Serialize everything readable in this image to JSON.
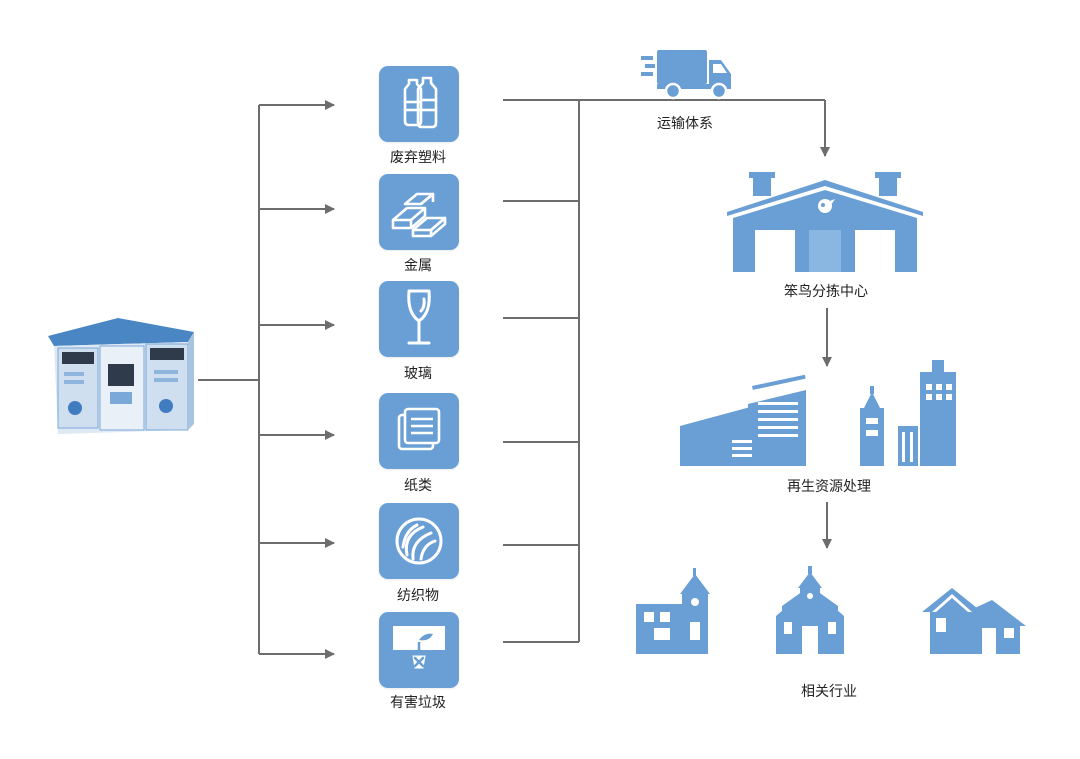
{
  "categories": [
    {
      "label": "废弃塑料",
      "icon": "plastic-bottles-icon"
    },
    {
      "label": "金属",
      "icon": "metal-ingots-icon"
    },
    {
      "label": "玻璃",
      "icon": "wine-glass-icon"
    },
    {
      "label": "纸类",
      "icon": "paper-icon"
    },
    {
      "label": "纺织物",
      "icon": "textile-icon"
    },
    {
      "label": "有害垃圾",
      "icon": "hazardous-waste-icon"
    }
  ],
  "transport": {
    "label": "运输体系",
    "icon": "truck-icon"
  },
  "sorting_center": {
    "label": "笨鸟分拣中心",
    "icon": "warehouse-icon"
  },
  "recycling": {
    "label": "再生资源处理",
    "icon": "factory-buildings-icon"
  },
  "industries": {
    "label": "相关行业",
    "icon": "town-buildings-icon"
  },
  "colors": {
    "accent": "#6a9fd6",
    "line": "#6d6d6d"
  }
}
